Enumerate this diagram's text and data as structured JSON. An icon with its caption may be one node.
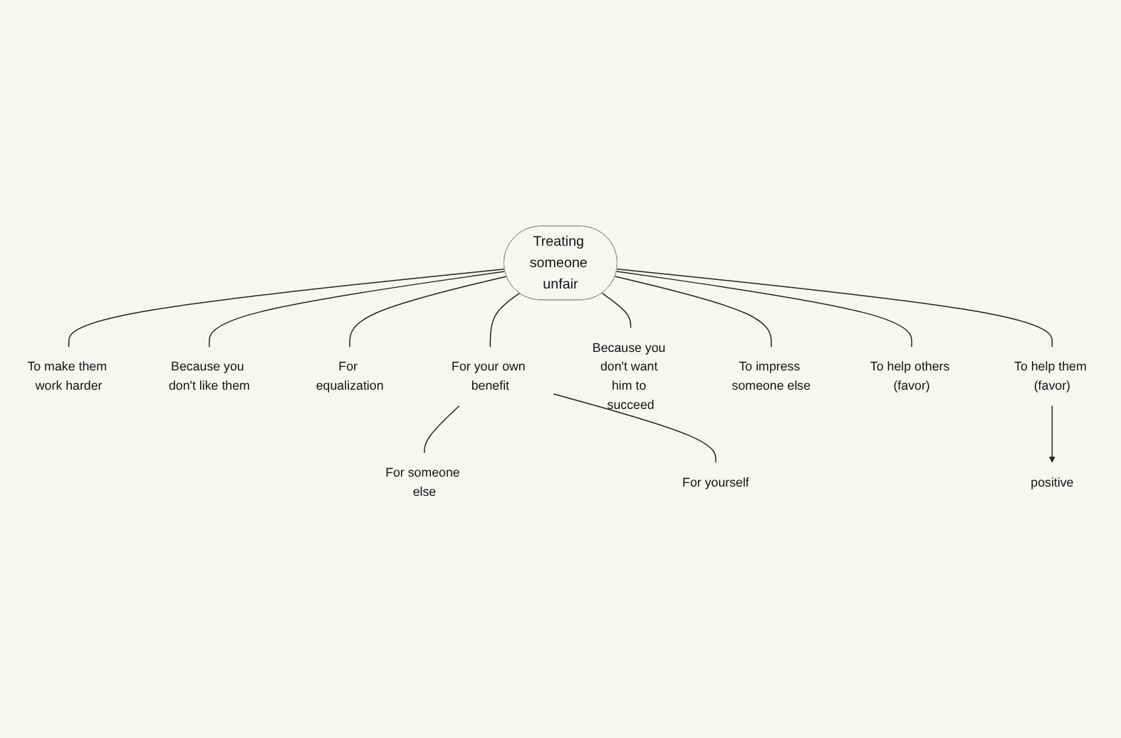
{
  "diagram": {
    "nodes": [
      {
        "text": [
          "Treating someone unfair"
        ]
      },
      {
        "text": [
          "To make them work harder"
        ]
      },
      {
        "text": [
          "Because you don't like them"
        ]
      },
      {
        "text": [
          "For equalization"
        ]
      },
      {
        "text": [
          "For your own benefit"
        ]
      },
      {
        "text": [
          "For someone else"
        ]
      },
      {
        "text": [
          "For yourself"
        ]
      },
      {
        "text": [
          "Because you don't want him to succeed"
        ]
      },
      {
        "text": [
          "To impress someone else"
        ]
      },
      {
        "text": [
          "To help others (favor)"
        ]
      },
      {
        "text": [
          "To help them (favor)"
        ]
      },
      {
        "text": [
          "positive"
        ]
      }
    ],
    "edges": [
      {
        "from": 0,
        "to": 1,
        "arrow": "none"
      },
      {
        "from": 0,
        "to": 2,
        "arrow": "none"
      },
      {
        "from": 0,
        "to": 3,
        "arrow": "none"
      },
      {
        "from": 0,
        "to": 4,
        "arrow": "none"
      },
      {
        "from": 4,
        "to": 5,
        "arrow": "none"
      },
      {
        "from": 4,
        "to": 6,
        "arrow": "none"
      },
      {
        "from": 0,
        "to": 7,
        "arrow": "none"
      },
      {
        "from": 0,
        "to": 8,
        "arrow": "none"
      },
      {
        "from": 0,
        "to": 9,
        "arrow": "none"
      },
      {
        "from": 0,
        "to": 10,
        "arrow": "none"
      },
      {
        "from": 10,
        "to": 11,
        "arrow": "to"
      }
    ]
  }
}
